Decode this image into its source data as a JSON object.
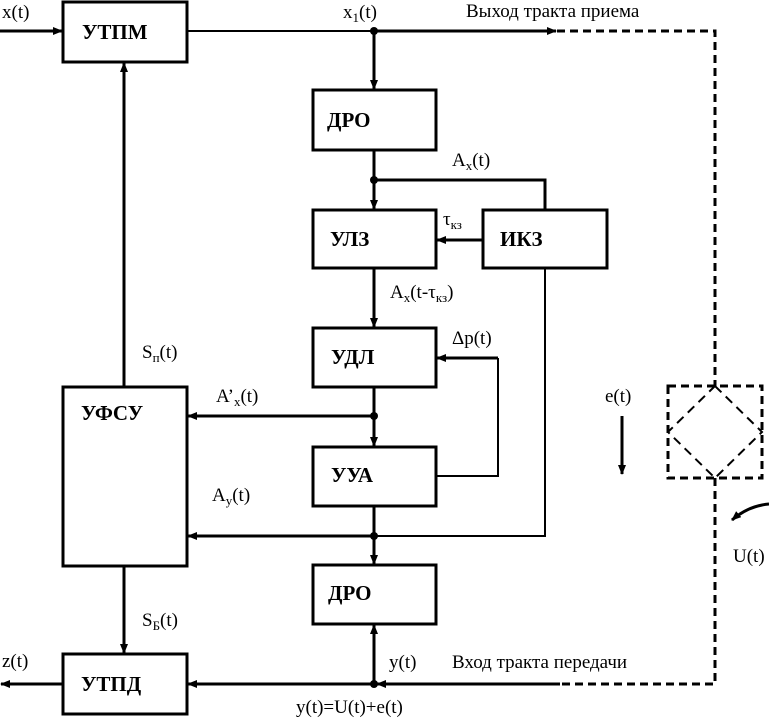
{
  "diagram": {
    "blocks": {
      "utpm": "УТПМ",
      "dro_top": "ДРО",
      "ulz": "УЛЗ",
      "ikz": "ИКЗ",
      "udl": "УДЛ",
      "uua": "УУА",
      "dro_bottom": "ДРО",
      "ufsu": "УФСУ",
      "utpd": "УТПД"
    },
    "signals": {
      "x_in": {
        "base": "x(t)"
      },
      "x1": {
        "base": "x",
        "sub": "1",
        "tail": "(t)"
      },
      "ax": {
        "base": "A",
        "sub": "x",
        "tail": "(t)"
      },
      "tau_kz": {
        "base": "τ",
        "sub": "кз"
      },
      "ax_delayed": {
        "base": "A",
        "sub": "x",
        "mid": "(t-τ",
        "sub2": "кз",
        "tail": ")"
      },
      "dp": {
        "base": "Δp(t)"
      },
      "ax_prime": {
        "base": "A’",
        "sub": "x",
        "tail": "(t)"
      },
      "ay": {
        "base": "A",
        "sub": "y",
        "tail": "(t)"
      },
      "sp": {
        "base": "S",
        "sub": "п",
        "tail": "(t)"
      },
      "sb": {
        "base": "S",
        "sub": "Б",
        "tail": "(t)"
      },
      "z_out": {
        "base": "z(t)"
      },
      "y": {
        "base": "y(t)"
      },
      "y_sum": {
        "base": "y(t)=U(t)+e(t)"
      },
      "e": {
        "base": "e(t)"
      },
      "u": {
        "base": "U(t)"
      }
    },
    "captions": {
      "rx_output": "Выход тракта приема",
      "tx_input": "Вход тракта передачи"
    }
  }
}
